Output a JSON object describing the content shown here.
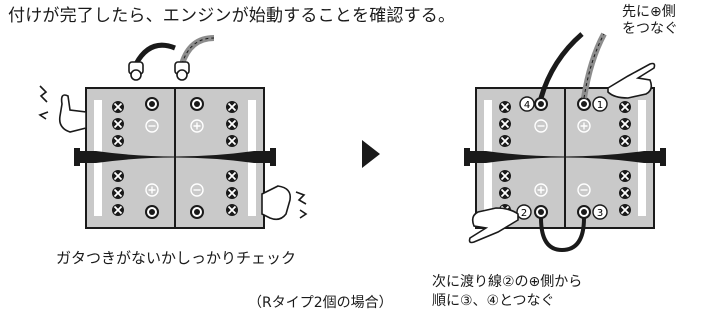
{
  "top_caption": "付けが完了したら、エンジンが始動することを確認する。",
  "first_connect_note": "先に⊕側\nをつなぐ",
  "check_caption": "ガタつきがないかしっかりチェック",
  "type_note": "（Rタイプ2個の場合）",
  "jumper_caption": "次に渡り線②の⊕側から\n順に③、④とつなぐ",
  "terminal_labels": {
    "t1": "1",
    "t2": "2",
    "t3": "3",
    "t4": "4"
  },
  "polarity": {
    "plus": "⊕",
    "minus": "⊖"
  },
  "icons": [
    "arrow-right-icon",
    "hand-pointing-icon",
    "wiggle-hand-icon"
  ],
  "colors": {
    "battery_fill": "#c9c9c9",
    "outline": "#1a1a1a",
    "cable_gray": "#8d8d8d"
  }
}
